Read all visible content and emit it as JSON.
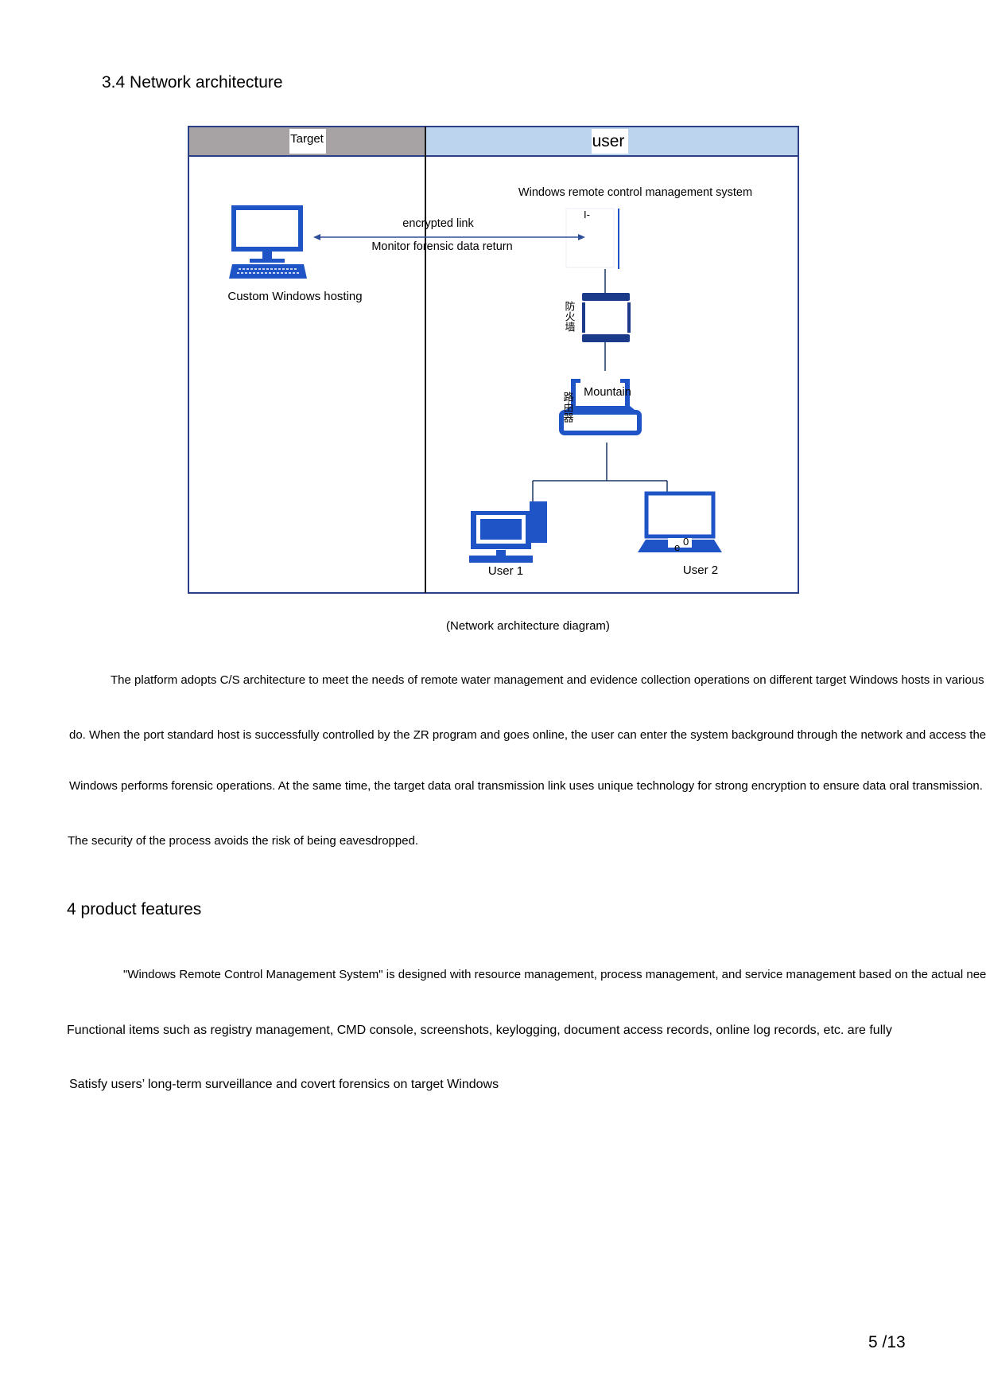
{
  "section": {
    "heading": "3.4 Network architecture"
  },
  "diagram": {
    "header_left": "Target",
    "header_right": "user",
    "system_label": "Windows remote control management system",
    "system_marker": "I-",
    "link_label_top": "encrypted link",
    "link_label_bottom": "Monitor forensic data return",
    "target_host_label": "Custom Windows hosting",
    "firewall_label": "防火墙",
    "router_label": "路由器",
    "router_overlay": "Mountain",
    "user1_label": "User 1",
    "user2_label": "User 2",
    "laptop_screen_text": "e",
    "laptop_screen_digit": "0",
    "colors": {
      "header_left_bg": "#a7a2a4",
      "header_right_bg": "#bcd4ee",
      "frame_border": "#2b3f86",
      "device_blue": "#1f54c6",
      "device_dark": "#1b3a8a",
      "connector": "#1a3563",
      "arrow": "#2d4f9a"
    },
    "caption": "(Network architecture diagram)"
  },
  "paragraph1": [
    "The platform adopts C/S architecture to meet the needs of remote water management and evidence collection operations on different target Windows hosts in various sce",
    "do. When the port standard host is successfully controlled by the ZR program and goes online, the user can enter the system background through the network and access the por",
    "Windows performs forensic operations. At the same time, the target data oral transmission link uses unique technology for strong encryption to ensure data oral transmission.",
    "The security of the process avoids the risk of being eavesdropped."
  ],
  "section2": {
    "heading": "4 product features"
  },
  "paragraph2": [
    "\"Windows Remote Control Management System\" is designed with resource management, process management, and service management based on the actual needs",
    "Functional items such as registry management, CMD console, screenshots, keylogging, document access records, online log records, etc. are fully",
    "Satisfy users’ long-term surveillance and covert forensics on target Windows"
  ],
  "footer": {
    "page_number": "5 /13"
  }
}
